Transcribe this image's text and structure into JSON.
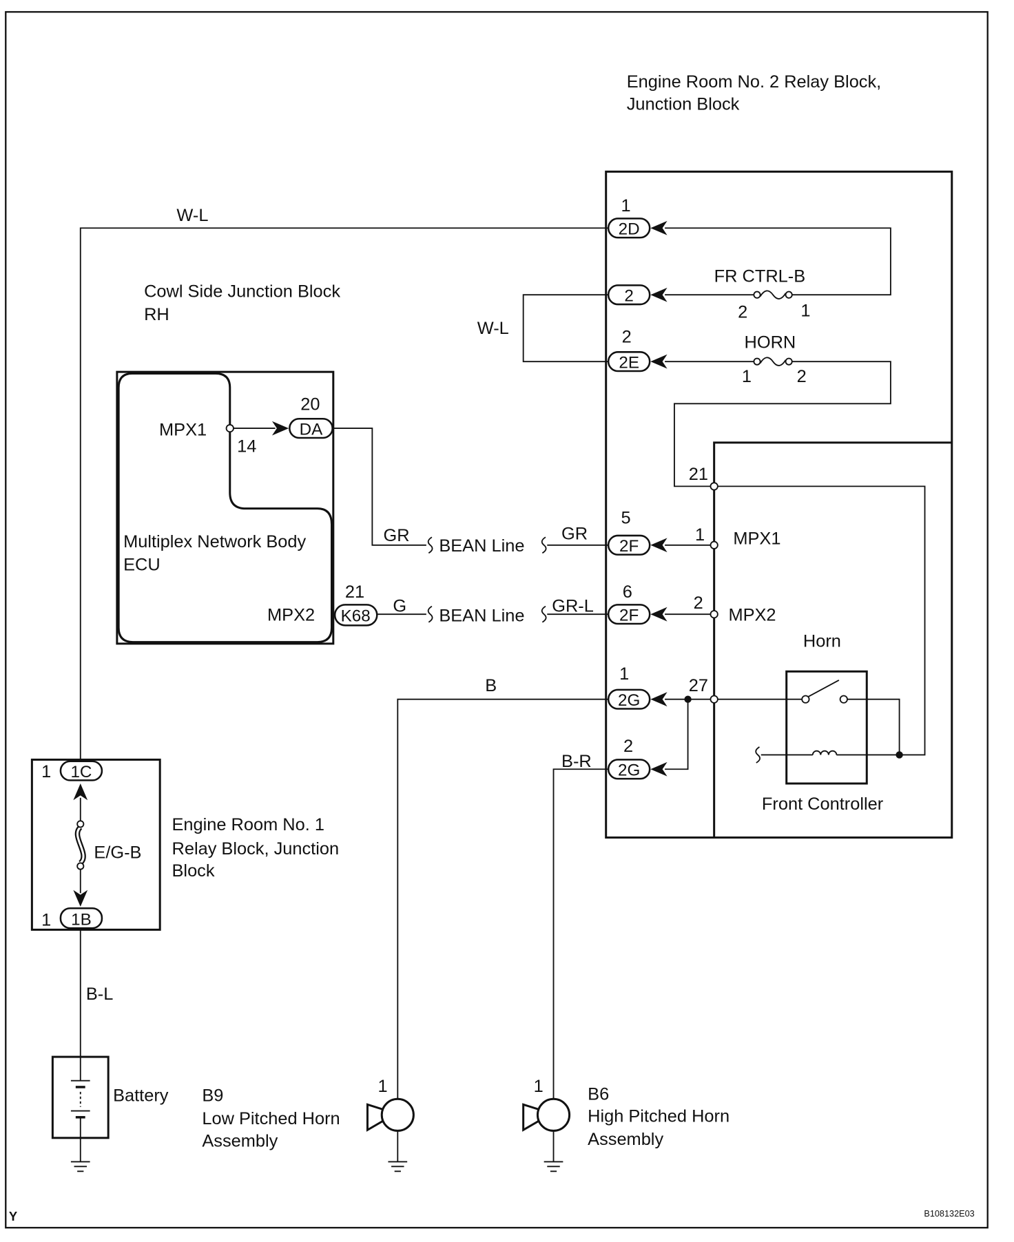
{
  "engine_room_no2_block": {
    "title_line1": "Engine Room No. 2 Relay Block,",
    "title_line2": "Junction Block"
  },
  "cowl_side_junction_block": {
    "title_line1": "Cowl Side Junction Block",
    "title_line2": "RH"
  },
  "multiplex_network_body_ecu": {
    "title_line1": "Multiplex Network Body",
    "title_line2": "ECU",
    "mpx1_label": "MPX1",
    "mpx1_pin": "14",
    "mpx2_label": "MPX2"
  },
  "engine_room_no1_block": {
    "title_line1": "Engine Room No. 1",
    "title_line2": "Relay Block, Junction",
    "title_line3": "Block",
    "fuse_label": "E/G-B"
  },
  "front_controller": {
    "title": "Front Controller",
    "horn_relay_label": "Horn",
    "mpx1_label": "MPX1",
    "mpx2_label": "MPX2",
    "pin_21": "21",
    "pin_1": "1",
    "pin_2": "2",
    "pin_27": "27"
  },
  "fuses": {
    "fr_ctrl_b": {
      "label": "FR CTRL-B",
      "left_pin": "2",
      "right_pin": "1"
    },
    "horn": {
      "label": "HORN",
      "left_pin": "1",
      "right_pin": "2"
    }
  },
  "connectors": {
    "c2d": {
      "code": "2D",
      "pin": "1"
    },
    "c2": {
      "code": "2"
    },
    "c2e": {
      "code": "2E",
      "pin": "2"
    },
    "c2f_mpx1": {
      "code": "2F",
      "pin": "5"
    },
    "c2f_mpx2": {
      "code": "2F",
      "pin": "6"
    },
    "c2g_low": {
      "code": "2G",
      "pin": "1"
    },
    "c2g_high": {
      "code": "2G",
      "pin": "2"
    },
    "da": {
      "code": "DA",
      "pin": "20"
    },
    "k68": {
      "code": "K68",
      "pin": "21"
    },
    "c1c": {
      "code": "1C",
      "pin": "1"
    },
    "c1b": {
      "code": "1B",
      "pin": "1"
    }
  },
  "wires": {
    "main_feed": "W-L",
    "fuse_jumper": "W-L",
    "mpx1_ecu_side": "GR",
    "mpx1_jb_side": "GR",
    "mpx2_ecu_side": "G",
    "mpx2_jb_side": "GR-L",
    "low_horn": "B",
    "high_horn": "B-R",
    "battery": "B-L",
    "bus_label": "BEAN Line"
  },
  "components": {
    "battery": {
      "label": "Battery"
    },
    "low_horn": {
      "code": "B9",
      "name_line1": "Low Pitched Horn",
      "name_line2": "Assembly",
      "pin": "1"
    },
    "high_horn": {
      "code": "B6",
      "name_line1": "High Pitched Horn",
      "name_line2": "Assembly",
      "pin": "1"
    }
  },
  "footer": {
    "corner_mark": "Y",
    "figure_code": "B108132E03"
  }
}
